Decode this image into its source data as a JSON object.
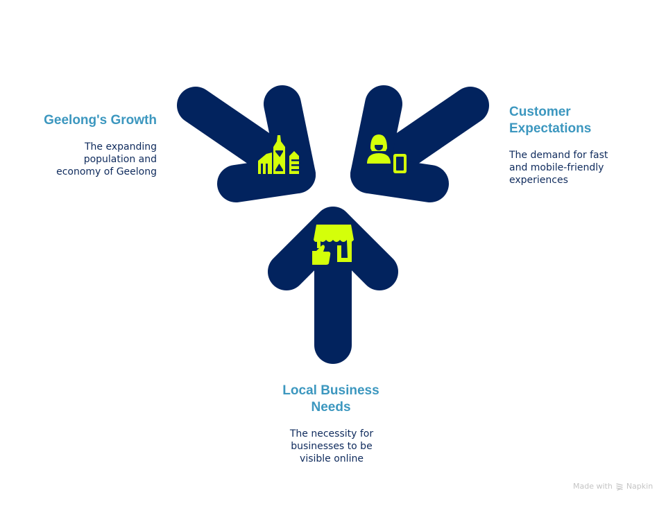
{
  "colors": {
    "arrow_fill": "#02235e",
    "icon_fill": "#d4ff0a",
    "title_color": "#3c97bf",
    "desc_color": "#0e2a5c",
    "footer_color": "#c4c4c4"
  },
  "items": [
    {
      "title": "Geelong's Growth",
      "description_lines": [
        "The expanding",
        "population and",
        "economy of Geelong"
      ],
      "description": "The expanding population and economy of Geelong",
      "icon": "city-buildings-icon",
      "arrow_direction": "down-right"
    },
    {
      "title": "Customer Expectations",
      "title_lines": [
        "Customer",
        "Expectations"
      ],
      "description_lines": [
        "The demand for fast",
        "and mobile-friendly",
        "experiences"
      ],
      "description": "The demand for fast and mobile-friendly experiences",
      "icon": "person-with-phone-icon",
      "arrow_direction": "down-left"
    },
    {
      "title": "Local Business Needs",
      "title_lines": [
        "Local Business",
        "Needs"
      ],
      "description_lines": [
        "The necessity for",
        "businesses to be",
        "visible online"
      ],
      "description": "The necessity for businesses to be visible online",
      "icon": "storefront-thumbs-up-icon",
      "arrow_direction": "up"
    }
  ],
  "footer": {
    "made_with": "Made with",
    "brand": "Napkin",
    "icon": "napkin-logo-icon"
  }
}
